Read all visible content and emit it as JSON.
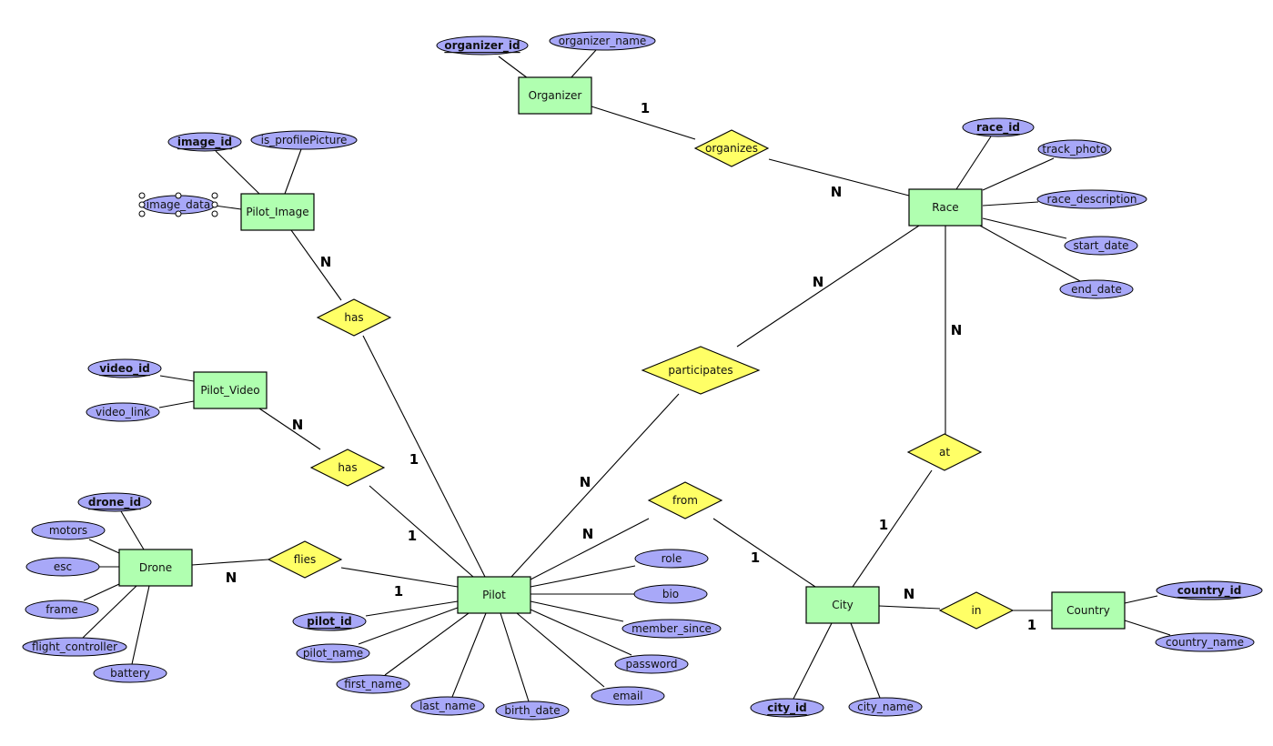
{
  "diagram": {
    "type": "er-diagram",
    "entities": [
      {
        "id": "Organizer",
        "label": "Organizer"
      },
      {
        "id": "Race",
        "label": "Race"
      },
      {
        "id": "Pilot_Image",
        "label": "Pilot_Image"
      },
      {
        "id": "Pilot_Video",
        "label": "Pilot_Video"
      },
      {
        "id": "Drone",
        "label": "Drone"
      },
      {
        "id": "Pilot",
        "label": "Pilot"
      },
      {
        "id": "City",
        "label": "City"
      },
      {
        "id": "Country",
        "label": "Country"
      }
    ],
    "relationships": [
      {
        "id": "organizes",
        "label": "organizes"
      },
      {
        "id": "has_image",
        "label": "has"
      },
      {
        "id": "has_video",
        "label": "has"
      },
      {
        "id": "participates",
        "label": "participates"
      },
      {
        "id": "at",
        "label": "at"
      },
      {
        "id": "from",
        "label": "from"
      },
      {
        "id": "flies",
        "label": "flies"
      },
      {
        "id": "in",
        "label": "in"
      }
    ],
    "attributes": [
      {
        "id": "organizer_id",
        "label": "organizer_id",
        "key": true,
        "entity": "Organizer"
      },
      {
        "id": "organizer_name",
        "label": "organizer_name",
        "key": false,
        "entity": "Organizer"
      },
      {
        "id": "race_id",
        "label": "race_id",
        "key": true,
        "entity": "Race"
      },
      {
        "id": "track_photo",
        "label": "track_photo",
        "key": false,
        "entity": "Race"
      },
      {
        "id": "race_description",
        "label": "race_description",
        "key": false,
        "entity": "Race"
      },
      {
        "id": "start_date",
        "label": "start_date",
        "key": false,
        "entity": "Race"
      },
      {
        "id": "end_date",
        "label": "end_date",
        "key": false,
        "entity": "Race"
      },
      {
        "id": "image_id",
        "label": "image_id",
        "key": true,
        "entity": "Pilot_Image"
      },
      {
        "id": "is_profilePicture",
        "label": "is_profilePicture",
        "key": false,
        "entity": "Pilot_Image"
      },
      {
        "id": "image_data",
        "label": "image_data",
        "key": false,
        "entity": "Pilot_Image",
        "selected": true
      },
      {
        "id": "video_id",
        "label": "video_id",
        "key": true,
        "entity": "Pilot_Video"
      },
      {
        "id": "video_link",
        "label": "video_link",
        "key": false,
        "entity": "Pilot_Video"
      },
      {
        "id": "drone_id",
        "label": "drone_id",
        "key": true,
        "entity": "Drone"
      },
      {
        "id": "motors",
        "label": "motors",
        "key": false,
        "entity": "Drone"
      },
      {
        "id": "esc",
        "label": "esc",
        "key": false,
        "entity": "Drone"
      },
      {
        "id": "frame",
        "label": "frame",
        "key": false,
        "entity": "Drone"
      },
      {
        "id": "flight_controller",
        "label": "flight_controller",
        "key": false,
        "entity": "Drone"
      },
      {
        "id": "battery",
        "label": "battery",
        "key": false,
        "entity": "Drone"
      },
      {
        "id": "pilot_id",
        "label": "pilot_id",
        "key": true,
        "entity": "Pilot"
      },
      {
        "id": "pilot_name",
        "label": "pilot_name",
        "key": false,
        "entity": "Pilot"
      },
      {
        "id": "first_name",
        "label": "first_name",
        "key": false,
        "entity": "Pilot"
      },
      {
        "id": "last_name",
        "label": "last_name",
        "key": false,
        "entity": "Pilot"
      },
      {
        "id": "birth_date",
        "label": "birth_date",
        "key": false,
        "entity": "Pilot"
      },
      {
        "id": "email",
        "label": "email",
        "key": false,
        "entity": "Pilot"
      },
      {
        "id": "password",
        "label": "password",
        "key": false,
        "entity": "Pilot"
      },
      {
        "id": "member_since",
        "label": "member_since",
        "key": false,
        "entity": "Pilot"
      },
      {
        "id": "bio",
        "label": "bio",
        "key": false,
        "entity": "Pilot"
      },
      {
        "id": "role",
        "label": "role",
        "key": false,
        "entity": "Pilot"
      },
      {
        "id": "city_id",
        "label": "city_id",
        "key": true,
        "entity": "City"
      },
      {
        "id": "city_name",
        "label": "city_name",
        "key": false,
        "entity": "City"
      },
      {
        "id": "country_id",
        "label": "country_id",
        "key": true,
        "entity": "Country"
      },
      {
        "id": "country_name",
        "label": "country_name",
        "key": false,
        "entity": "Country"
      }
    ],
    "links": [
      {
        "from": "Organizer",
        "to": "organizes",
        "cardinality": "1"
      },
      {
        "from": "organizes",
        "to": "Race",
        "cardinality": "N"
      },
      {
        "from": "Pilot_Image",
        "to": "has_image",
        "cardinality": "N"
      },
      {
        "from": "has_image",
        "to": "Pilot",
        "cardinality": "1"
      },
      {
        "from": "Pilot_Video",
        "to": "has_video",
        "cardinality": "N"
      },
      {
        "from": "has_video",
        "to": "Pilot",
        "cardinality": "1"
      },
      {
        "from": "Drone",
        "to": "flies",
        "cardinality": "N"
      },
      {
        "from": "flies",
        "to": "Pilot",
        "cardinality": "1"
      },
      {
        "from": "Pilot",
        "to": "participates",
        "cardinality": "N"
      },
      {
        "from": "participates",
        "to": "Race",
        "cardinality": "N"
      },
      {
        "from": "Race",
        "to": "at",
        "cardinality": "N"
      },
      {
        "from": "at",
        "to": "City",
        "cardinality": "1"
      },
      {
        "from": "Pilot",
        "to": "from",
        "cardinality": "N"
      },
      {
        "from": "from",
        "to": "City",
        "cardinality": "1"
      },
      {
        "from": "City",
        "to": "in",
        "cardinality": "N"
      },
      {
        "from": "in",
        "to": "Country",
        "cardinality": "1"
      }
    ],
    "colors": {
      "entity_fill": "#b0ffb0",
      "relationship_fill": "#ffff66",
      "attribute_fill": "#a8a8f8",
      "line": "#000000"
    }
  }
}
